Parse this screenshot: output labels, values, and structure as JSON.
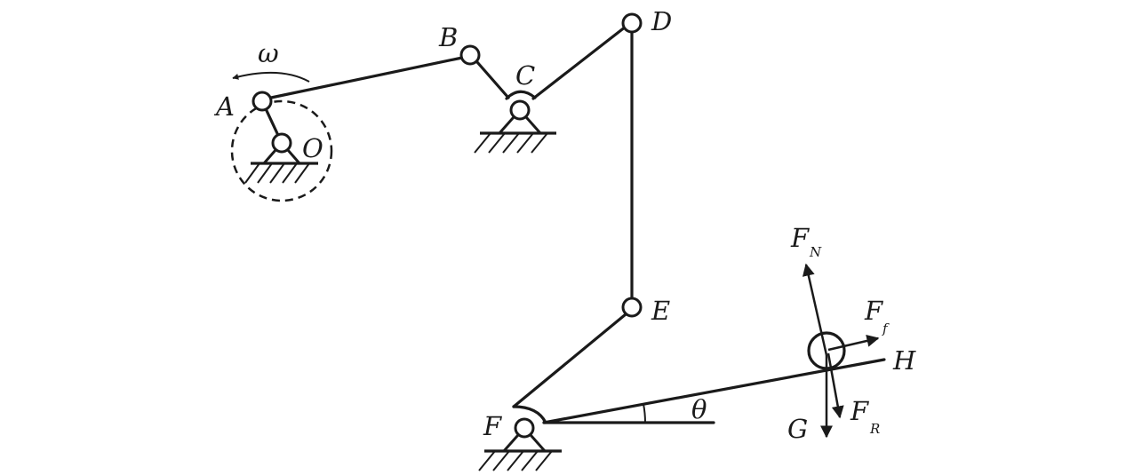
{
  "labels": {
    "A": "A",
    "B": "B",
    "C": "C",
    "D": "D",
    "E": "E",
    "F": "F",
    "O": "O",
    "H": "H",
    "G": "G",
    "omega": "ω",
    "theta": "θ",
    "FN_main": "F",
    "FN_sub": "N",
    "Ff_main": "F",
    "Ff_sub": "f",
    "FR_main": "F",
    "FR_sub": "R"
  }
}
